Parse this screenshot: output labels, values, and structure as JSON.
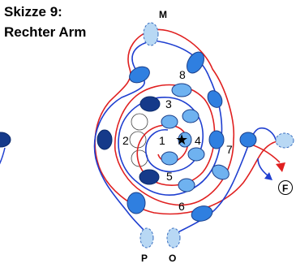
{
  "title": {
    "line1": "Skizze 9:",
    "line2": "Rechter Arm"
  },
  "position_labels": [
    "1",
    "2",
    "3",
    "4",
    "5",
    "6",
    "7",
    "8"
  ],
  "point_labels": {
    "top": "M",
    "bottom_left": "P",
    "bottom_right": "O",
    "finish": "F"
  },
  "colors": {
    "red_path": "#e02020",
    "blue_path": "#1f3fd0",
    "dark_marker": "#153a8a",
    "mid_marker": "#2f7fe0",
    "light_marker": "#6fb2f0",
    "dashed_marker": "#b8d8f4"
  }
}
